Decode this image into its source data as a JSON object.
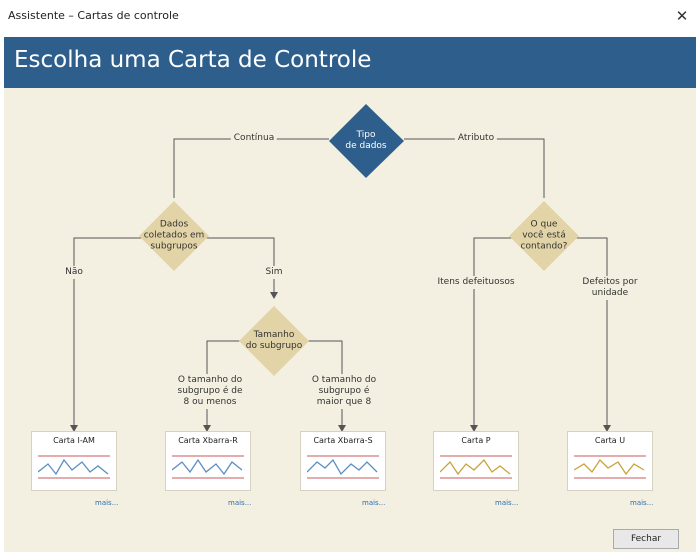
{
  "window": {
    "title": "Assistente – Cartas de controle"
  },
  "banner": {
    "title": "Escolha uma Carta de Controle"
  },
  "flow": {
    "root": "Tipo\nde dados",
    "continuous_label": "Contínua",
    "attribute_label": "Atributo",
    "subgroups_q": "Dados\ncoletados em\nsubgrupos",
    "no_label": "Não",
    "yes_label": "Sim",
    "size_q": "Tamanho\ndo subgrupo",
    "size_le8": "O tamanho do\nsubgrupo é de\n8 ou menos",
    "size_gt8": "O tamanho do\nsubgrupo é\nmaior que 8",
    "counting_q": "O que\nvocê está\ncontando?",
    "defectives": "Itens defeituosos",
    "defects": "Defeitos por\nunidade"
  },
  "cards": [
    {
      "title": "Carta I-AM",
      "more": "mais..."
    },
    {
      "title": "Carta Xbarra-R",
      "more": "mais..."
    },
    {
      "title": "Carta Xbarra-S",
      "more": "mais..."
    },
    {
      "title": "Carta P",
      "more": "mais..."
    },
    {
      "title": "Carta U",
      "more": "mais..."
    }
  ],
  "colors": {
    "banner": "#2e5f8c",
    "diamond_primary": "#2e5f8c",
    "diamond_secondary": "#e3d4a8",
    "continuous_line": "#5b8fc0",
    "attribute_line": "#c9a33c",
    "limit_line": "#c85a5a"
  },
  "buttons": {
    "close": "Fechar"
  }
}
